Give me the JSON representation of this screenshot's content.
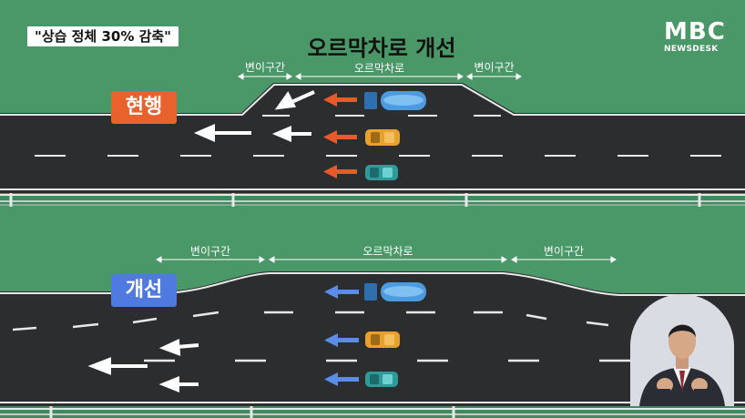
{
  "headline": "\"상습 정체 30% 감축\"",
  "logo": {
    "brand": "MBC",
    "sub": "NEWSDESK"
  },
  "title": "오르막차로 개선",
  "current": {
    "badge": "현행",
    "zones": [
      "변이구간",
      "오르막차로",
      "변이구간"
    ]
  },
  "improved": {
    "badge": "개선",
    "zones": [
      "변이구간",
      "오르막차로",
      "변이구간"
    ]
  },
  "colors": {
    "grass": "#4a9868",
    "road": "#2b2d2f",
    "badge_current": "#e8622e",
    "badge_improved": "#4f7ae0",
    "arrow_current": "#e85a2a",
    "arrow_improved": "#5b8de8",
    "truck": "#3f8fd6",
    "car_yellow": "#e8a12a",
    "car_teal": "#2f9a9a"
  },
  "icons": [
    "truck-icon",
    "yellow-car-icon",
    "teal-car-icon",
    "arrow-left-icon",
    "sign-language-interpreter"
  ]
}
